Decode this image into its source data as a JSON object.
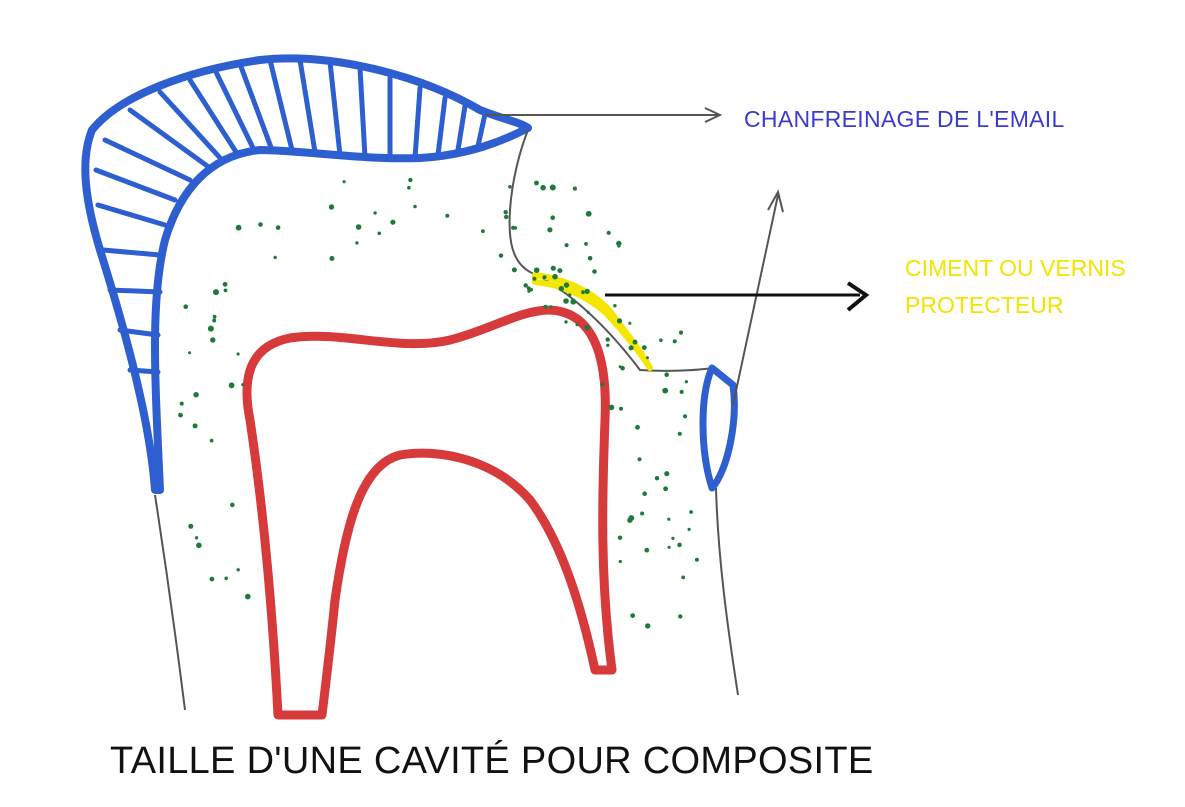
{
  "labels": {
    "enamel_bevel": "CHANFREINAGE DE L'EMAIL",
    "cement_line1": "CIMENT OU VERNIS",
    "cement_line2": "PROTECTEUR"
  },
  "caption": "TAILLE D'UNE CAVITÉ POUR COMPOSITE",
  "colors": {
    "enamel": "#2d5fd0",
    "pulp": "#d63a3a",
    "dentin_dots": "#1f7a3a",
    "cement": "#f5e600",
    "outline": "#555555",
    "arrow": "#111111"
  }
}
